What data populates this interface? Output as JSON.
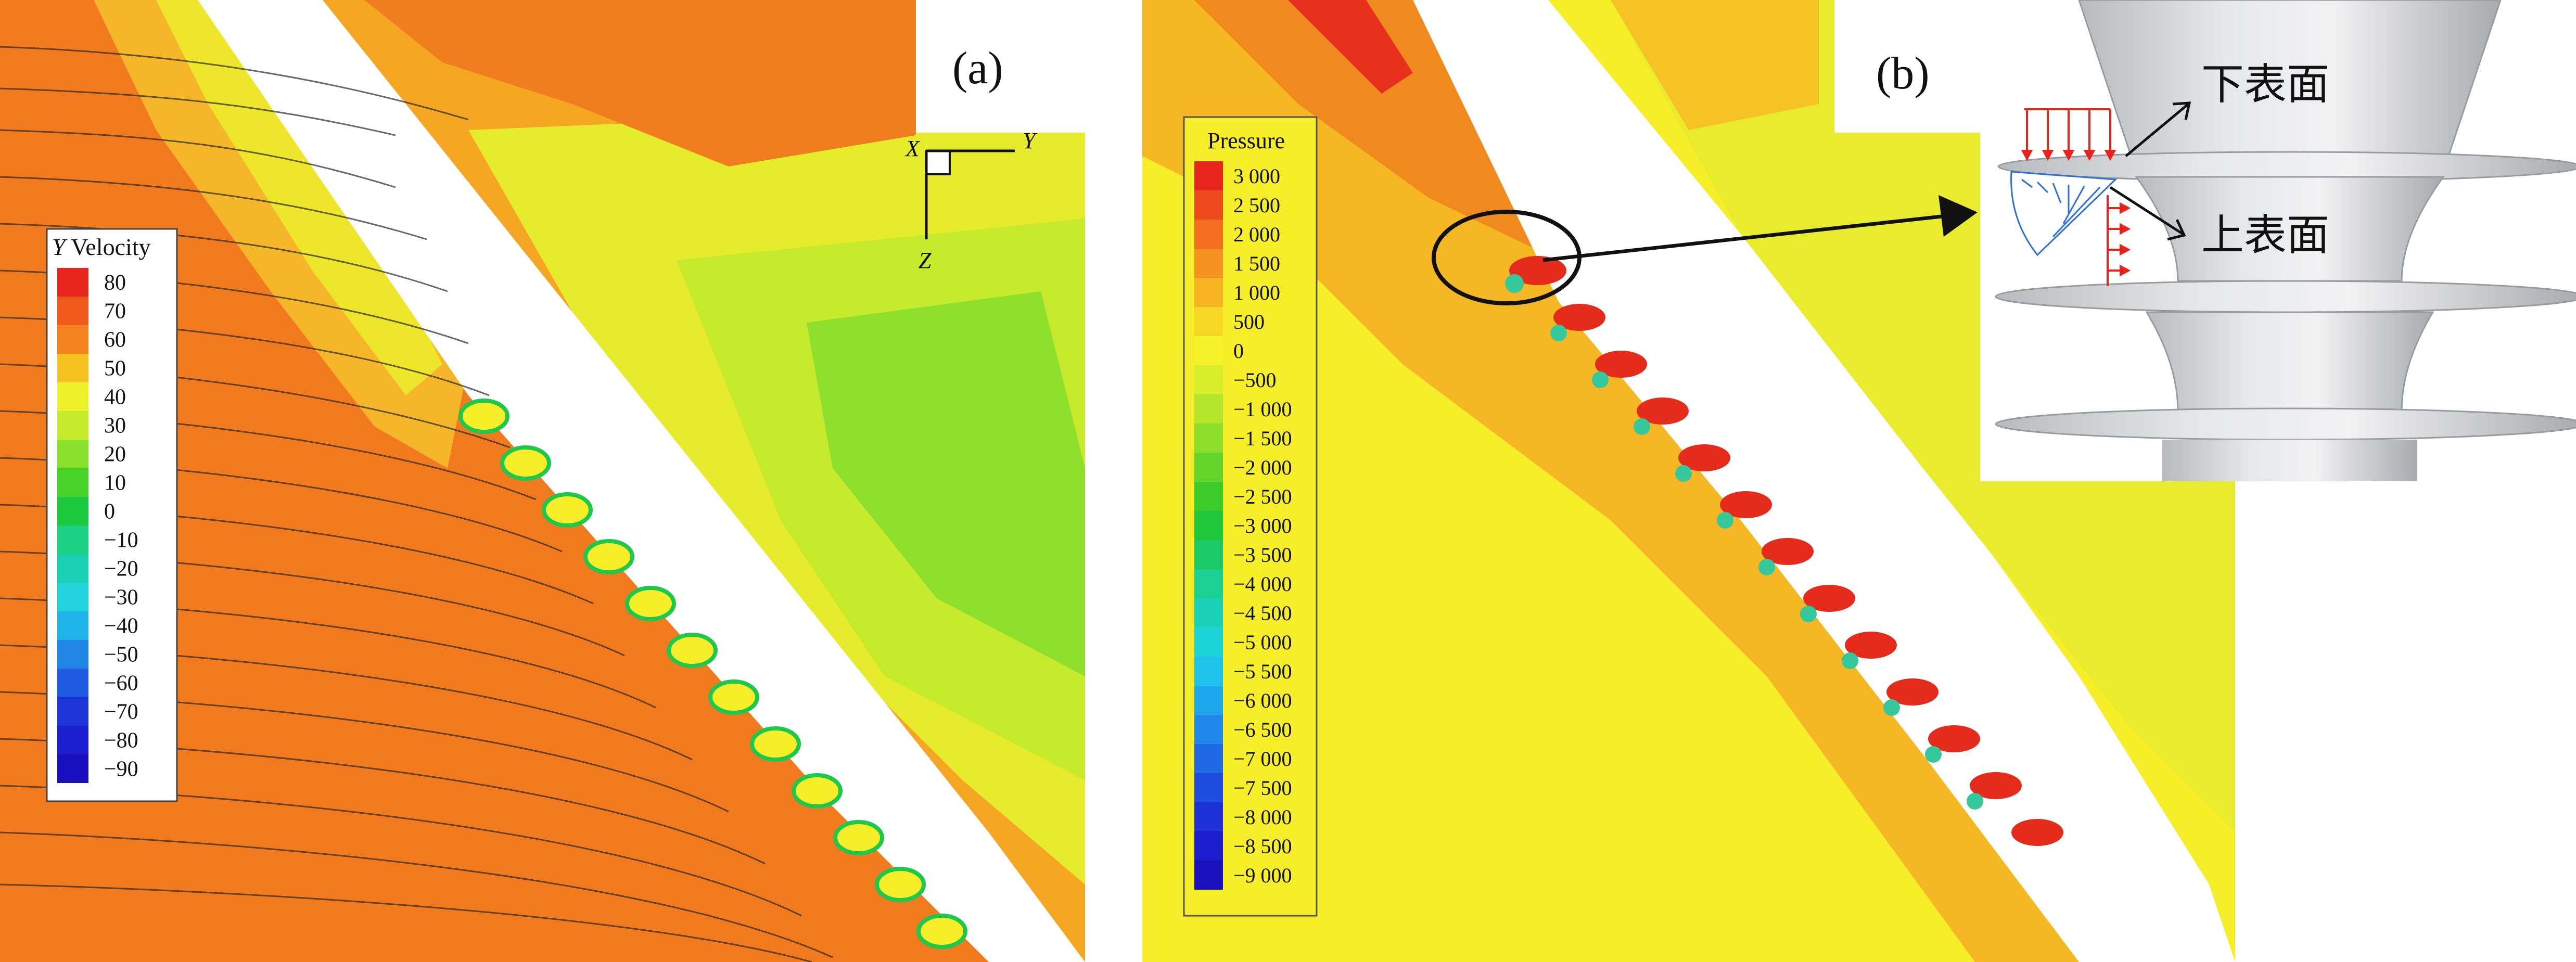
{
  "panel_a": {
    "label": "(a)",
    "legend": {
      "title_italic": "Y",
      "title_rest": " Velocity",
      "ticks": [
        "80",
        "70",
        "60",
        "50",
        "40",
        "30",
        "20",
        "10",
        "0",
        "−10",
        "−20",
        "−30",
        "−40",
        "−50",
        "−60",
        "−70",
        "−80",
        "−90"
      ],
      "colors": [
        "#e8261e",
        "#f25a1c",
        "#f5841f",
        "#f6c21f",
        "#eef22a",
        "#c4ec2b",
        "#86e02c",
        "#48d32b",
        "#1bc83e",
        "#1bd284",
        "#1ad0b4",
        "#20d3dc",
        "#1eb4ea",
        "#1f86e6",
        "#1f5ae2",
        "#1e36d8",
        "#1c1fcf",
        "#1a0fbf"
      ]
    },
    "axes": {
      "x": "X",
      "y": "Y",
      "z": "Z"
    }
  },
  "panel_b": {
    "label": "(b)",
    "legend": {
      "title": "Pressure",
      "ticks": [
        "3 000",
        "2 500",
        "2 000",
        "1 500",
        "1 000",
        "500",
        "0",
        "−500",
        "−1 000",
        "−1 500",
        "−2 000",
        "−2 500",
        "−3 000",
        "−3 500",
        "−4 000",
        "−4 500",
        "−5 000",
        "−5 500",
        "−6 000",
        "−6 500",
        "−7 000",
        "−7 500",
        "−8 000",
        "−8 500",
        "−9 000"
      ],
      "colors": [
        "#e8261e",
        "#ee4a1c",
        "#f36e1e",
        "#f5921f",
        "#f6b420",
        "#f6d824",
        "#f6f22a",
        "#d8ee2a",
        "#b4e62b",
        "#8cde2b",
        "#64d62b",
        "#3ccd2c",
        "#1ec63a",
        "#1bca66",
        "#1ad092",
        "#1ad2b8",
        "#1cd4d8",
        "#1ec4ea",
        "#1ea6ec",
        "#1f88e8",
        "#1f6ae4",
        "#1f4ce0",
        "#1e30d8",
        "#1c1cd0",
        "#1a10c0"
      ]
    }
  },
  "inset": {
    "label_lower": "下表面",
    "label_upper": "上表面"
  },
  "colors": {
    "orange": "#f27a1e",
    "yellow": "#f6ee28",
    "green": "#7ed62a",
    "red": "#e52b1c",
    "insulator": "#d9dadc"
  }
}
